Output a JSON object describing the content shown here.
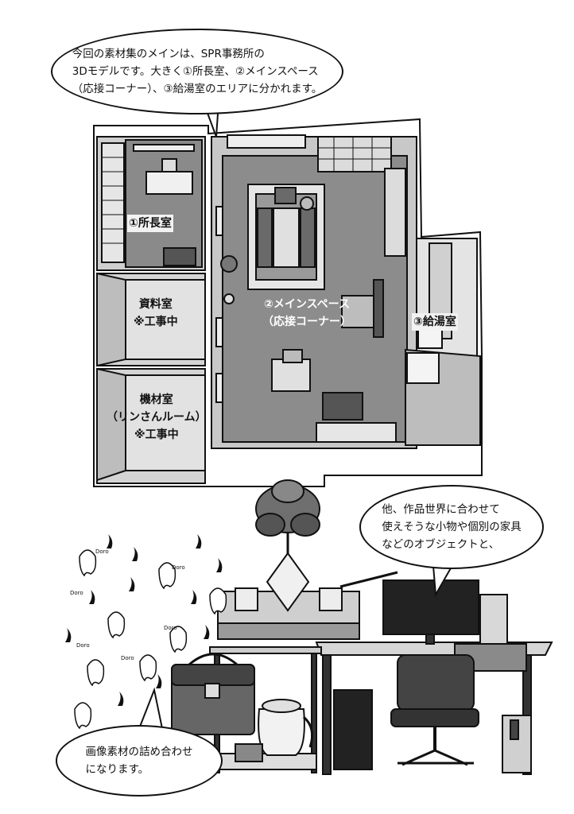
{
  "bubbles": {
    "top": {
      "lines": [
        "今回の素材集のメインは、SPR事務所の",
        "3Dモデルです。大きく①所長室、②メインスペース",
        "（応接コーナー）、③給湯室のエリアに分かれます。"
      ]
    },
    "right": {
      "lines": [
        "他、作品世界に合わせて",
        "使えそうな小物や個別の家具",
        "などのオブジェクトと、"
      ]
    },
    "bottom": {
      "lines": [
        "画像素材の詰め合わせ",
        "になります。"
      ]
    }
  },
  "floorplan": {
    "room1": {
      "label": "①所長室"
    },
    "room2": {
      "lines": [
        "②メインスペース",
        "（応接コーナー）"
      ]
    },
    "room3": {
      "label": "③給湯室"
    },
    "archive": {
      "lines": [
        "資料室",
        "※工事中"
      ]
    },
    "equipment": {
      "lines": [
        "機材室",
        "（リンさんルーム）",
        "※工事中"
      ]
    }
  },
  "ghosts": {
    "caption": "Doro"
  }
}
